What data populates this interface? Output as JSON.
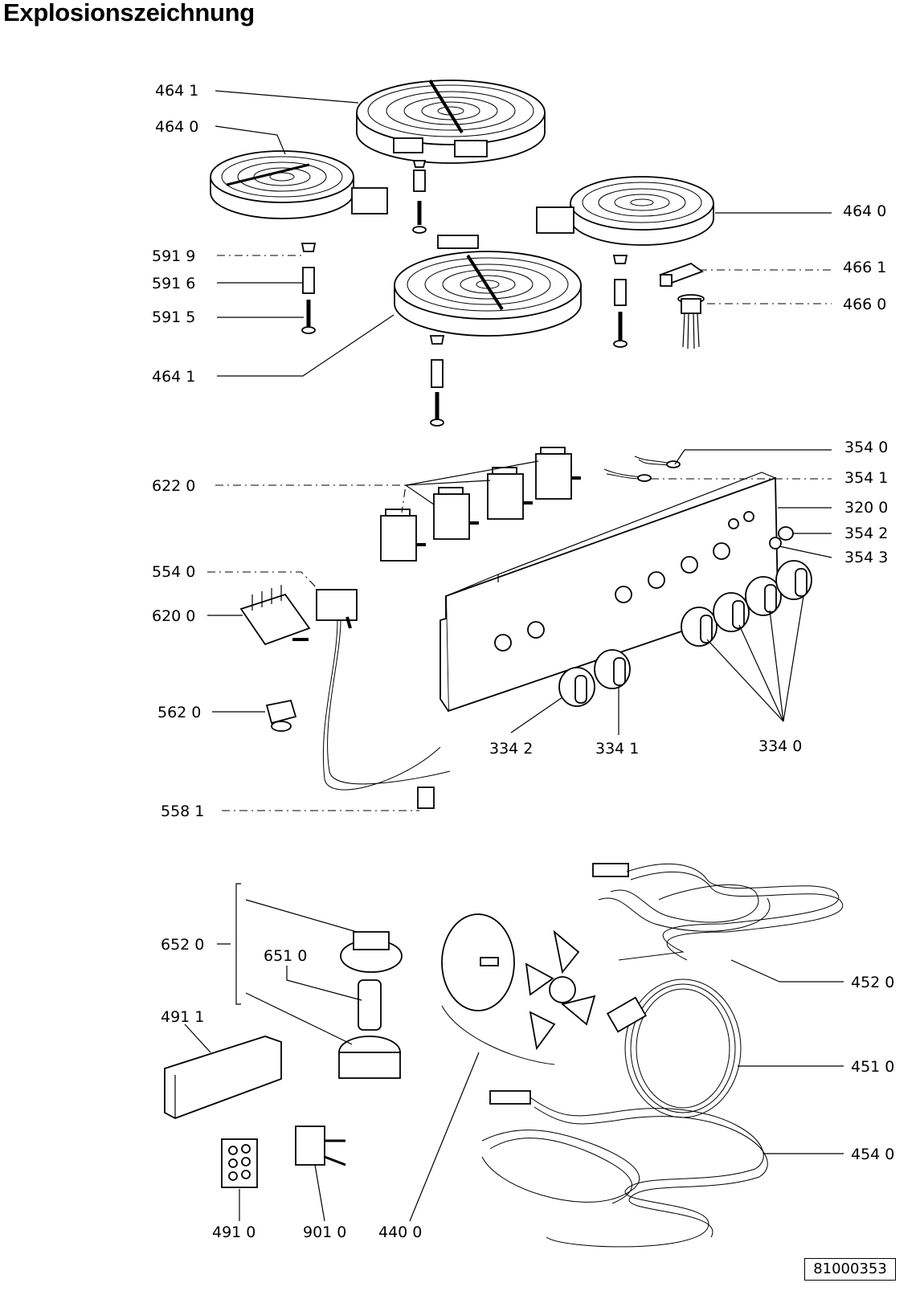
{
  "title": "Explosionszeichnung",
  "document_number": "81000353",
  "parts": [
    {
      "id": "p1",
      "label": "464 1"
    },
    {
      "id": "p2",
      "label": "464 0"
    },
    {
      "id": "p3",
      "label": "464 0"
    },
    {
      "id": "p4",
      "label": "466 1"
    },
    {
      "id": "p5",
      "label": "466 0"
    },
    {
      "id": "p6",
      "label": "591 9"
    },
    {
      "id": "p7",
      "label": "591 6"
    },
    {
      "id": "p8",
      "label": "591 5"
    },
    {
      "id": "p9",
      "label": "464 1"
    },
    {
      "id": "p10",
      "label": "354 0"
    },
    {
      "id": "p11",
      "label": "354 1"
    },
    {
      "id": "p12",
      "label": "622 0"
    },
    {
      "id": "p13",
      "label": "320 0"
    },
    {
      "id": "p14",
      "label": "354 2"
    },
    {
      "id": "p15",
      "label": "354 3"
    },
    {
      "id": "p16",
      "label": "554 0"
    },
    {
      "id": "p17",
      "label": "620 0"
    },
    {
      "id": "p18",
      "label": "562 0"
    },
    {
      "id": "p19",
      "label": "334 2"
    },
    {
      "id": "p20",
      "label": "334 1"
    },
    {
      "id": "p21",
      "label": "334 0"
    },
    {
      "id": "p22",
      "label": "558 1"
    },
    {
      "id": "p23",
      "label": "652 0"
    },
    {
      "id": "p24",
      "label": "651 0"
    },
    {
      "id": "p25",
      "label": "491 1"
    },
    {
      "id": "p26",
      "label": "452 0"
    },
    {
      "id": "p27",
      "label": "451 0"
    },
    {
      "id": "p28",
      "label": "454 0"
    },
    {
      "id": "p29",
      "label": "491 0"
    },
    {
      "id": "p30",
      "label": "901 0"
    },
    {
      "id": "p31",
      "label": "440 0"
    }
  ]
}
